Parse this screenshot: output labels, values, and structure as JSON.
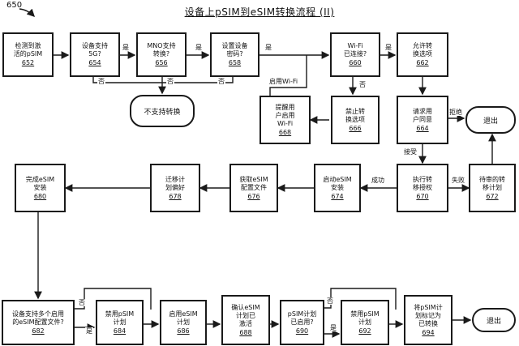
{
  "figure": {
    "number": "650"
  },
  "title": "设备上pSIM到eSIM转换流程 (II)",
  "boxes": {
    "b652": {
      "text": "检测到激\n活的pSIM",
      "num": "652"
    },
    "b654": {
      "text": "设备支持\n5G?",
      "num": "654"
    },
    "b656": {
      "text": "MNO支持\n转换?",
      "num": "656"
    },
    "b658": {
      "text": "设置设备\n密码?",
      "num": "658"
    },
    "b660": {
      "text": "Wi-Fi\n已连接?",
      "num": "660"
    },
    "b662": {
      "text": "允许转\n换选项",
      "num": "662"
    },
    "b664": {
      "text": "请求用\n户同意",
      "num": "664"
    },
    "b666": {
      "text": "禁止转\n换选项",
      "num": "666"
    },
    "b668": {
      "text": "提醒用\n户启用\nWi-Fi",
      "num": "668"
    },
    "b670": {
      "text": "执行转\n移授权",
      "num": "670"
    },
    "b672": {
      "text": "待审的转\n移计划",
      "num": "672"
    },
    "b674": {
      "text": "启动eSIM\n安装",
      "num": "674"
    },
    "b676": {
      "text": "获取eSIM\n配置文件",
      "num": "676"
    },
    "b678": {
      "text": "迁移计\n划偏好",
      "num": "678"
    },
    "b680": {
      "text": "完成eSIM\n安装",
      "num": "680"
    },
    "b682": {
      "text": "设备支持多个启用\n的eSIM配置文件?",
      "num": "682"
    },
    "b684": {
      "text": "禁用pSIM\n计划",
      "num": "684"
    },
    "b686": {
      "text": "启用eSIM\n计划",
      "num": "686"
    },
    "b688": {
      "text": "确认eSIM\n计划已\n激活",
      "num": "688"
    },
    "b690": {
      "text": "pSIM计划\n已启用?",
      "num": "690"
    },
    "b692": {
      "text": "禁用pSIM\n计划",
      "num": "692"
    },
    "b694": {
      "text": "将pSIM计\n划标记为\n已转换",
      "num": "694"
    }
  },
  "terminals": {
    "not_supported": "不支持转换",
    "exit_top": "退出",
    "exit_bottom": "退出"
  },
  "labels": {
    "yes": "是",
    "no": "否",
    "enable_wifi": "启用Wi-Fi",
    "reject": "拒绝",
    "accept": "接受",
    "success": "成功",
    "failure": "失败"
  }
}
